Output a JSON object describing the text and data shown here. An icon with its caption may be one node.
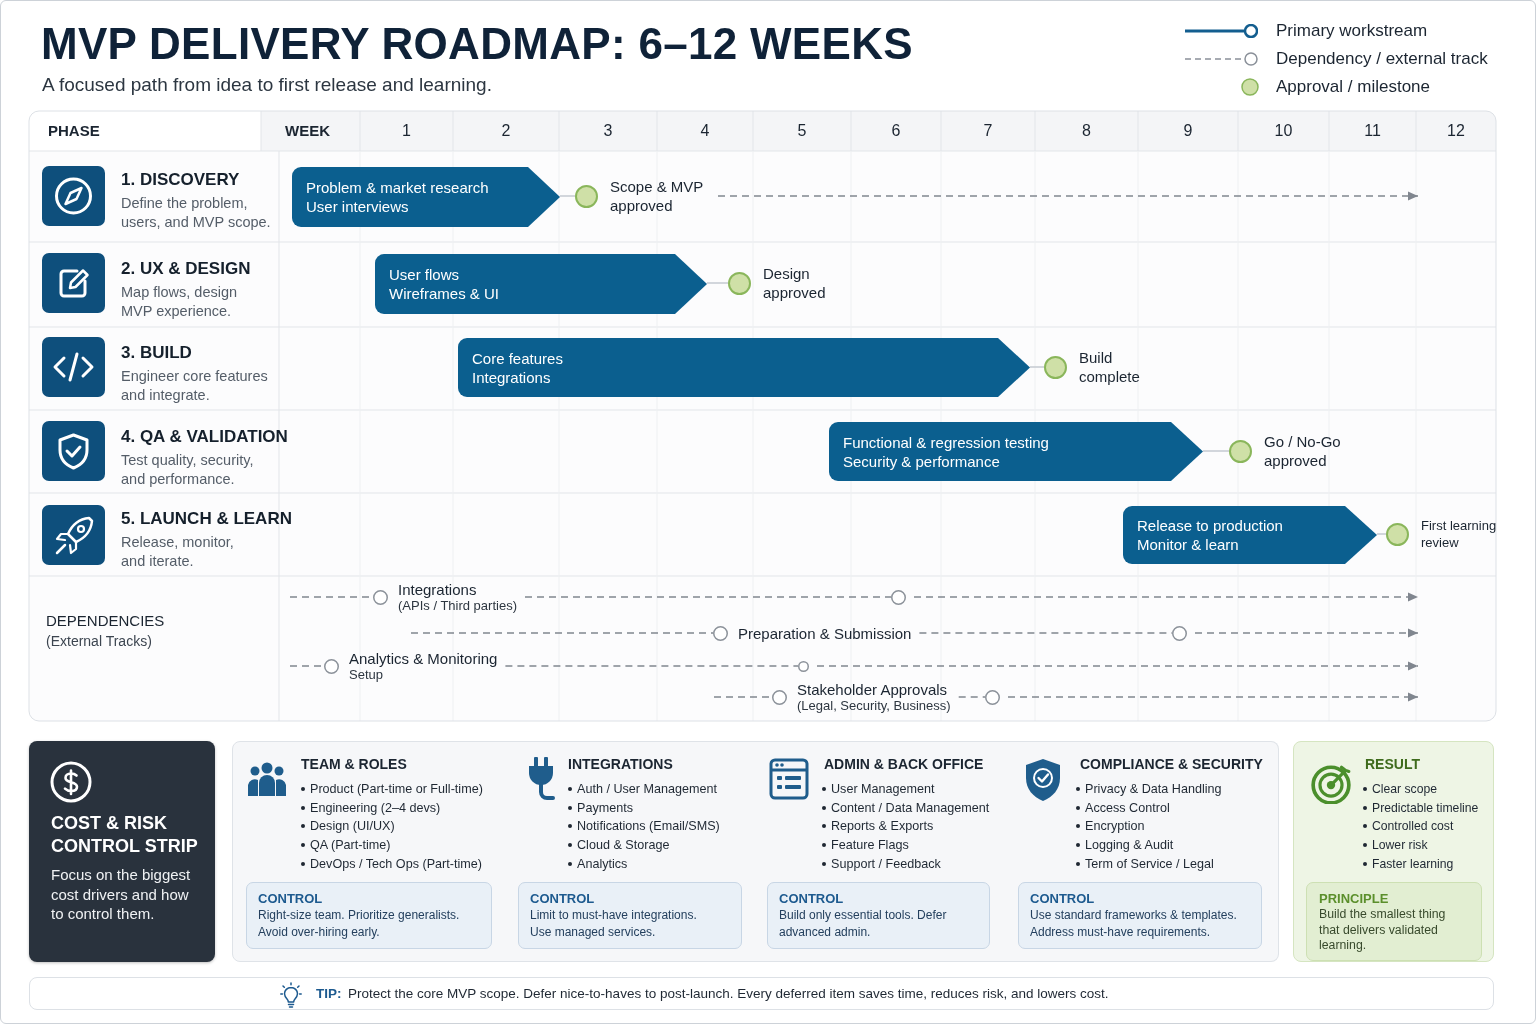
{
  "diagram": {
    "title": "MVP DELIVERY ROADMAP: 6–12 WEEKS",
    "nodes": [
      {
        "text": [
          "Problem & market research",
          "User interviews"
        ]
      },
      {
        "text": [],
        "shape": "circle",
        "beside": [
          "Scope & MVP approved"
        ]
      },
      {
        "text": [
          "User flows",
          "Wireframes & UI"
        ]
      },
      {
        "text": [],
        "shape": "circle",
        "beside": [
          "Design approved"
        ]
      },
      {
        "text": [
          "Core features",
          "Integrations"
        ]
      },
      {
        "text": [],
        "shape": "circle",
        "beside": [
          "Build complete"
        ]
      },
      {
        "text": [
          "Functional & regression testing",
          "Security & performance"
        ]
      },
      {
        "text": [],
        "shape": "circle",
        "beside": [
          "Go / No-Go approved"
        ]
      },
      {
        "text": [
          "Release to production",
          "Monitor & learn"
        ]
      },
      {
        "text": [],
        "shape": "circle",
        "beside": [
          "First learning review"
        ]
      },
      {
        "text": [],
        "shape": "circle",
        "beside": [
          "Integrations",
          "(APIs / Third parties)"
        ]
      },
      {
        "text": [],
        "shape": "circle"
      },
      {
        "text": [],
        "shape": "circle",
        "beside": [
          "Preparation & Submission"
        ]
      },
      {
        "text": [],
        "shape": "circle"
      },
      {
        "text": [],
        "shape": "circle",
        "beside": [
          "Analytics & Monitoring",
          "Setup"
        ]
      },
      {
        "text": [],
        "shape": "circle"
      },
      {
        "text": [],
        "shape": "circle",
        "beside": [
          "Stakeholder Approvals",
          "(Legal, Security, Business)"
        ]
      },
      {
        "text": [],
        "shape": "circle"
      },
      {
        "text": [
          "COST & RISK CONTROL STRIP",
          "Focus on the biggest cost drivers and how to control them."
        ]
      },
      {
        "text": [
          "TEAM & ROLES",
          "Product (Part-time or Full-time)",
          "Engineering (2–4 devs)",
          "Design (UI/UX)",
          "QA (Part-time)",
          "DevOps / Tech Ops (Part-time)"
        ]
      },
      {
        "text": [
          "CONTROL",
          "Right-size team. Prioritize generalists. Avoid over-hiring early."
        ],
        "in": 19
      },
      {
        "text": [
          "INTEGRATIONS",
          "Auth / User Management",
          "Payments",
          "Notifications (Email/SMS)",
          "Cloud & Storage",
          "Analytics"
        ]
      },
      {
        "text": [
          "CONTROL",
          "Limit to must-have integrations. Use managed services."
        ],
        "in": 21
      },
      {
        "text": [
          "ADMIN & BACK OFFICE",
          "User Management",
          "Content / Data Management",
          "Reports & Exports",
          "Feature Flags",
          "Support / Feedback"
        ]
      },
      {
        "text": [
          "CONTROL",
          "Build only essential tools. Defer advanced admin."
        ],
        "in": 23
      },
      {
        "text": [
          "COMPLIANCE & SECURITY",
          "Privacy & Data Handling",
          "Access Control",
          "Encryption",
          "Logging & Audit",
          "Term of Service / Legal"
        ]
      },
      {
        "text": [
          "CONTROL",
          "Use standard frameworks & templates. Address must-have requirements."
        ],
        "in": 25
      },
      {
        "text": [
          "RESULT",
          "Clear scope",
          "Predictable timeline",
          "Controlled cost",
          "Lower risk",
          "Faster learning"
        ]
      },
      {
        "text": [
          "PRINCIPLE",
          "Build the smallest thing that delivers validated learning."
        ],
        "in": 27
      },
      {
        "text": [
          "TIP:",
          "Protect the core MVP scope. Defer nice-to-haves to post-launch. Every deferred item saves time, reduces risk, and lowers cost."
        ]
      }
    ],
    "edges": [
      {
        "from": 0,
        "to": 1,
        "arrow": "none",
        "color": "#c4cad1"
      },
      {
        "from": 1,
        "to": null,
        "arrow": "to",
        "style": "dashed"
      },
      {
        "from": 2,
        "to": 3,
        "arrow": "none",
        "color": "#c4cad1"
      },
      {
        "from": 4,
        "to": 5,
        "arrow": "none",
        "color": "#c4cad1"
      },
      {
        "from": 6,
        "to": 7,
        "arrow": "none",
        "color": "#c4cad1"
      },
      {
        "from": 8,
        "to": 9,
        "arrow": "none",
        "color": "#c4cad1"
      },
      {
        "from": null,
        "to": 10,
        "arrow": "none",
        "style": "dashed"
      },
      {
        "from": 10,
        "to": 11,
        "arrow": "none",
        "style": "dashed"
      },
      {
        "from": 11,
        "to": null,
        "arrow": "to",
        "style": "dashed"
      },
      {
        "from": null,
        "to": 12,
        "arrow": "none",
        "style": "dashed"
      },
      {
        "from": 12,
        "to": 13,
        "arrow": "none",
        "style": "dashed"
      },
      {
        "from": 13,
        "to": null,
        "arrow": "to",
        "style": "dashed"
      },
      {
        "from": null,
        "to": 14,
        "arrow": "none",
        "style": "dashed"
      },
      {
        "from": 14,
        "to": 15,
        "arrow": "none",
        "style": "dashed"
      },
      {
        "from": 15,
        "to": null,
        "arrow": "to",
        "style": "dashed"
      },
      {
        "from": null,
        "to": 16,
        "arrow": "none",
        "style": "dashed"
      },
      {
        "from": 16,
        "to": 17,
        "arrow": "none",
        "style": "dashed"
      },
      {
        "from": 17,
        "to": null,
        "arrow": "to",
        "style": "dashed"
      }
    ],
    "labels": [
      "A focused path from idea to first release and learning.",
      "PHASE",
      "WEEK",
      "1",
      "2",
      "3",
      "4",
      "5",
      "6",
      "7",
      "8",
      "9",
      "10",
      "11",
      "12",
      "1. DISCOVERY",
      "Define the problem, users, and MVP scope.",
      "2. UX & DESIGN",
      "Map flows, design MVP experience.",
      "3. BUILD",
      "Engineer core features and integrate.",
      "4. QA & VALIDATION",
      "Test quality, security, and performance.",
      "5. LAUNCH & LEARN",
      "Release, monitor, and iterate.",
      "DEPENDENCIES",
      "(External Tracks)"
    ],
    "legend": [
      {
        "text": "Primary workstream"
      },
      {
        "text": "Dependency / external track"
      },
      {
        "text": "Approval / milestone",
        "color": "#cfe0a7"
      }
    ]
  }
}
